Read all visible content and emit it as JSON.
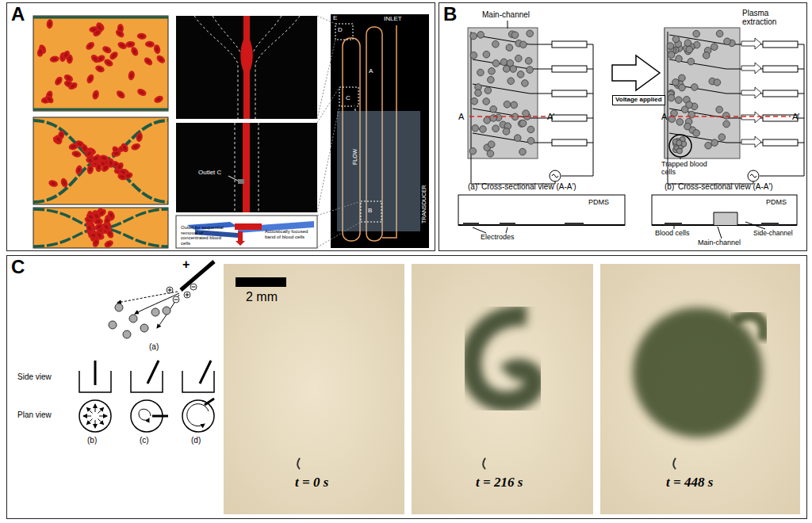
{
  "diagram": {
    "nodes": [
      {
        "text": [
          "A"
        ]
      },
      {
        "text": [
          "B"
        ]
      },
      {
        "text": [
          "C"
        ]
      }
    ],
    "labels": [
      "D",
      "E",
      "INLET",
      "A",
      "C",
      "FLOW",
      "B",
      "TRANSDUCER",
      "Outlet C",
      "Outlet for sequential removal of concentrated blood cells",
      "Acoustically focused band of blood cells",
      "Main-channel",
      "Plasma extraction",
      "A",
      "A'",
      "Voltage applied",
      "A",
      "A'",
      "Trapped blood cells",
      "(a)' Cross-sectional view (A-A')",
      "(b)' Cross-sectional view (A-A')",
      "PDMS",
      "PDMS",
      "Electrodes",
      "Blood cells",
      "Side-channel",
      "Main-channel",
      "+",
      "(a)",
      "Side view",
      "Plan view",
      "(b)",
      "(c)",
      "(d)",
      "2 mm",
      "t = 0 s",
      "t = 216 s",
      "t = 448 s"
    ]
  }
}
